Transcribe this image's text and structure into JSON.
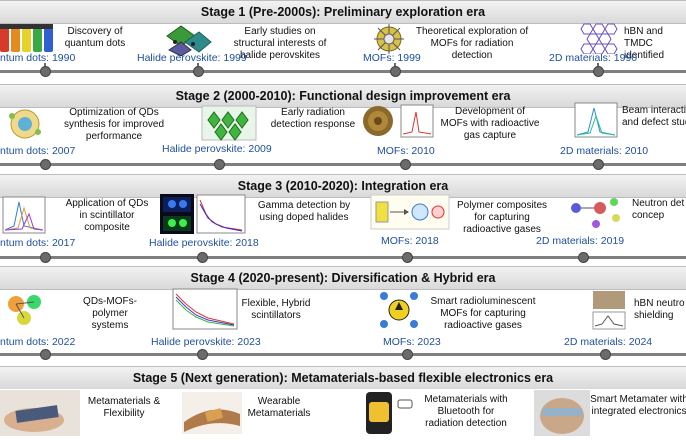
{
  "stages": [
    {
      "title": "Stage 1 (Pre-2000s): Preliminary exploration era",
      "items": [
        {
          "text": "Discovery of quantum dots",
          "tag": "ntum dots: 1990"
        },
        {
          "text": "Early studies on structural interests of halide perovskites",
          "tag": "Halide perovskite: 1999"
        },
        {
          "text": "Theoretical exploration of MOFs for radiation detection",
          "tag": "MOFs: 1999"
        },
        {
          "text": "hBN and TMDC identified",
          "tag": "2D materials: 1990"
        }
      ]
    },
    {
      "title": "Stage 2 (2000-2010): Functional design improvement era",
      "items": [
        {
          "text": "Optimization of QDs synthesis for improved performance",
          "tag": "ntum dots: 2007"
        },
        {
          "text": "Early radiation detection response",
          "tag": "Halide perovskite: 2009"
        },
        {
          "text": "Development of MOFs with radioactive gas capture",
          "tag": "MOFs: 2010"
        },
        {
          "text": "Beam interacti and defect stud",
          "tag": "2D materials: 2010"
        }
      ]
    },
    {
      "title": "Stage 3 (2010-2020): Integration era",
      "items": [
        {
          "text": "Application of QDs in scintillator composite",
          "tag": "ntum dots: 2017"
        },
        {
          "text": "Gamma detection by using doped halides",
          "tag": "Halide perovskite: 2018"
        },
        {
          "text": "Polymer composites for capturing radioactive gases",
          "tag": "MOFs: 2018"
        },
        {
          "text": "Neutron det concep",
          "tag": "2D materials: 2019"
        }
      ]
    },
    {
      "title": "Stage 4 (2020-present): Diversification & Hybrid era",
      "items": [
        {
          "text": "QDs-MOFs-polymer systems",
          "tag": "ntum dots: 2022"
        },
        {
          "text": "Flexible, Hybrid scintillators",
          "tag": "Halide perovskite: 2023"
        },
        {
          "text": "Smart radioluminescent MOFs for capturing radioactive gases",
          "tag": "MOFs: 2023"
        },
        {
          "text": "hBN neutro shielding",
          "tag": "2D materials: 2024"
        }
      ]
    },
    {
      "title": "Stage 5 (Next generation): Metamaterials-based flexible electronics era",
      "items": [
        {
          "text": "Metamaterials & Flexibility"
        },
        {
          "text": "Wearable Metamaterials"
        },
        {
          "text": "Metamaterials with Bluetooth for radiation detection"
        },
        {
          "text": "Smart Metamater with integrated electronics"
        }
      ]
    }
  ],
  "colors": {
    "tag": "#1f4e9c",
    "header_bg": "#d9d9d9",
    "timeline": "#7f7f7f"
  }
}
